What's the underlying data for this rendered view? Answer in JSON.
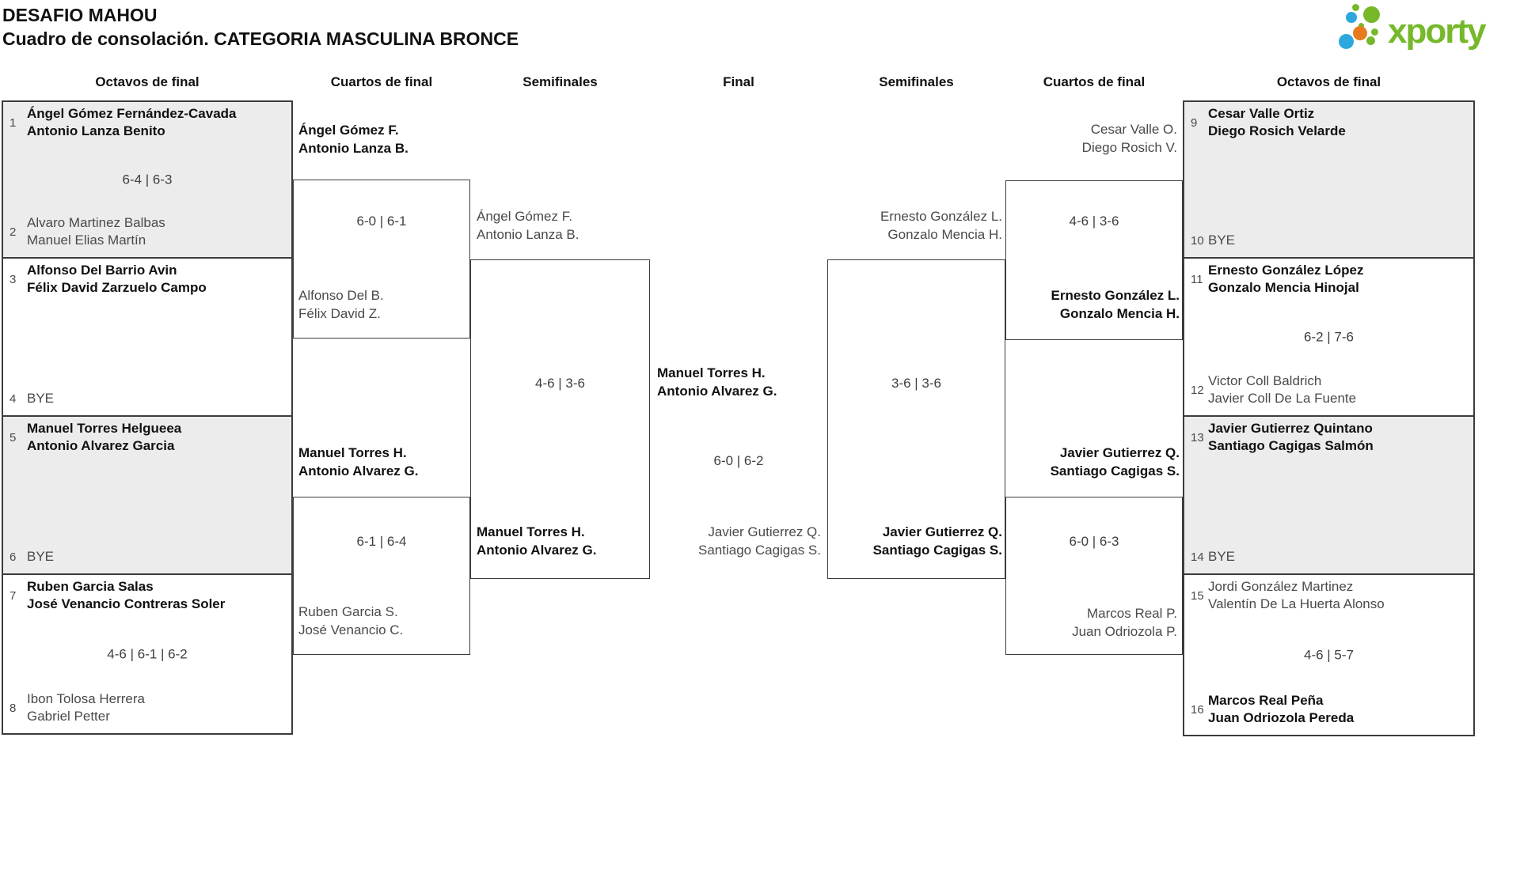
{
  "title": {
    "line1": "DESAFIO MAHOU",
    "line2": "Cuadro de consolación. CATEGORIA MASCULINA BRONCE"
  },
  "logo": {
    "text": "xporty"
  },
  "colors": {
    "accent_green": "#76b82a",
    "accent_blue": "#2ca8df",
    "accent_orange": "#e87a1e",
    "box_fill_gray": "#ececec",
    "line_gray": "#3c3c3c"
  },
  "columns": {
    "octavos_left": "Octavos de final",
    "cuartos_left": "Cuartos de final",
    "semi_left": "Semifinales",
    "final": "Final",
    "semi_right": "Semifinales",
    "cuartos_right": "Cuartos de final",
    "octavos_right": "Octavos de final"
  },
  "octavos_left": [
    {
      "seed_top": "1",
      "top1": "Ángel Gómez Fernández-Cavada",
      "top2": "Antonio Lanza Benito",
      "score": "6-4 | 6-3",
      "seed_bottom": "2",
      "bottom1": "Alvaro Martinez Balbas",
      "bottom2": "Manuel Elias Martín"
    },
    {
      "seed_top": "3",
      "top1": "Alfonso Del Barrio Avin",
      "top2": "Félix David Zarzuelo Campo",
      "score": "",
      "seed_bottom": "4",
      "bottom1": "BYE",
      "bottom2": ""
    },
    {
      "seed_top": "5",
      "top1": "Manuel Torres Helgueea",
      "top2": "Antonio Alvarez Garcia",
      "score": "",
      "seed_bottom": "6",
      "bottom1": "BYE",
      "bottom2": ""
    },
    {
      "seed_top": "7",
      "top1": "Ruben Garcia Salas",
      "top2": "José Venancio Contreras Soler",
      "score": "4-6 | 6-1 | 6-2",
      "seed_bottom": "8",
      "bottom1": "Ibon Tolosa Herrera",
      "bottom2": "Gabriel Petter"
    }
  ],
  "octavos_right": [
    {
      "seed_top": "9",
      "top1": "Cesar Valle Ortiz",
      "top2": "Diego Rosich Velarde",
      "score": "",
      "seed_bottom": "10",
      "bottom1": "BYE",
      "bottom2": ""
    },
    {
      "seed_top": "11",
      "top1": "Ernesto González López",
      "top2": "Gonzalo Mencia Hinojal",
      "score": "6-2 | 7-6",
      "seed_bottom": "12",
      "bottom1": "Victor Coll Baldrich",
      "bottom2": "Javier Coll De La Fuente"
    },
    {
      "seed_top": "13",
      "top1": "Javier Gutierrez Quintano",
      "top2": "Santiago Cagigas Salmón",
      "score": "",
      "seed_bottom": "14",
      "bottom1": "BYE",
      "bottom2": ""
    },
    {
      "seed_top": "15",
      "top1": "Jordi González Martinez",
      "top2": "Valentín De La Huerta Alonso",
      "score": "4-6 | 5-7",
      "seed_bottom": "16",
      "bottom1": "Marcos Real Peña",
      "bottom2": "Juan Odriozola Pereda"
    }
  ],
  "cuartos_left": [
    {
      "top1": "Ángel Gómez F.",
      "top2": "Antonio Lanza B.",
      "score": "6-0 | 6-1",
      "bottom1": "Alfonso Del B.",
      "bottom2": "Félix David Z."
    },
    {
      "top1": "Manuel Torres H.",
      "top2": "Antonio Alvarez G.",
      "score": "6-1 | 6-4",
      "bottom1": "Ruben Garcia S.",
      "bottom2": "José Venancio C."
    }
  ],
  "cuartos_right": [
    {
      "top1": "Cesar Valle O.",
      "top2": "Diego Rosich V.",
      "score": "4-6 | 3-6",
      "bottom1": "Ernesto González L.",
      "bottom2": "Gonzalo Mencia H."
    },
    {
      "top1": "Javier Gutierrez Q.",
      "top2": "Santiago Cagigas S.",
      "score": "6-0 | 6-3",
      "bottom1": "Marcos Real P.",
      "bottom2": "Juan Odriozola P."
    }
  ],
  "semifinal_left": {
    "top1": "Ángel Gómez F.",
    "top2": "Antonio Lanza B.",
    "score": "4-6 | 3-6",
    "bottom1": "Manuel Torres H.",
    "bottom2": "Antonio Alvarez G."
  },
  "semifinal_right": {
    "top1": "Ernesto González L.",
    "top2": "Gonzalo Mencia H.",
    "score": "3-6 | 3-6",
    "bottom1": "Javier Gutierrez Q.",
    "bottom2": "Santiago Cagigas S."
  },
  "final": {
    "top1": "Manuel Torres H.",
    "top2": "Antonio Alvarez G.",
    "score": "6-0 | 6-2",
    "bottom1": "Javier Gutierrez Q.",
    "bottom2": "Santiago Cagigas S."
  }
}
